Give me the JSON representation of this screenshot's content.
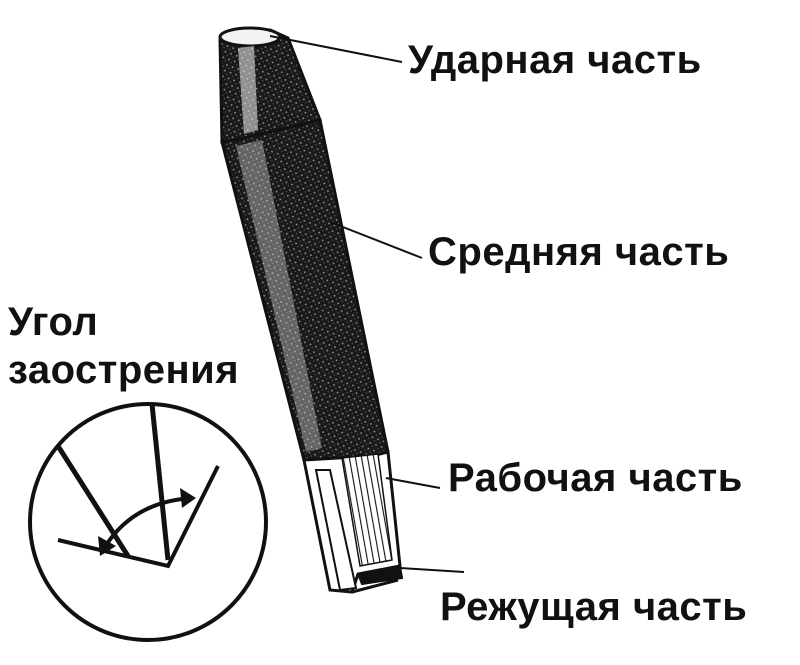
{
  "labels": {
    "striking_part": "Ударная часть",
    "middle_part": "Средняя часть",
    "working_part": "Рабочая часть",
    "cutting_part": "Режущая часть",
    "sharpening_angle_line1": "Угол",
    "sharpening_angle_line2": "заострения"
  },
  "colors": {
    "ink": "#111111",
    "background": "#ffffff",
    "tool_dark": "#1a1a1a",
    "tool_light": "#f2f2f2"
  },
  "figure": {
    "subject": "chisel",
    "inset": "circle-detail-of-sharpening-angle"
  }
}
